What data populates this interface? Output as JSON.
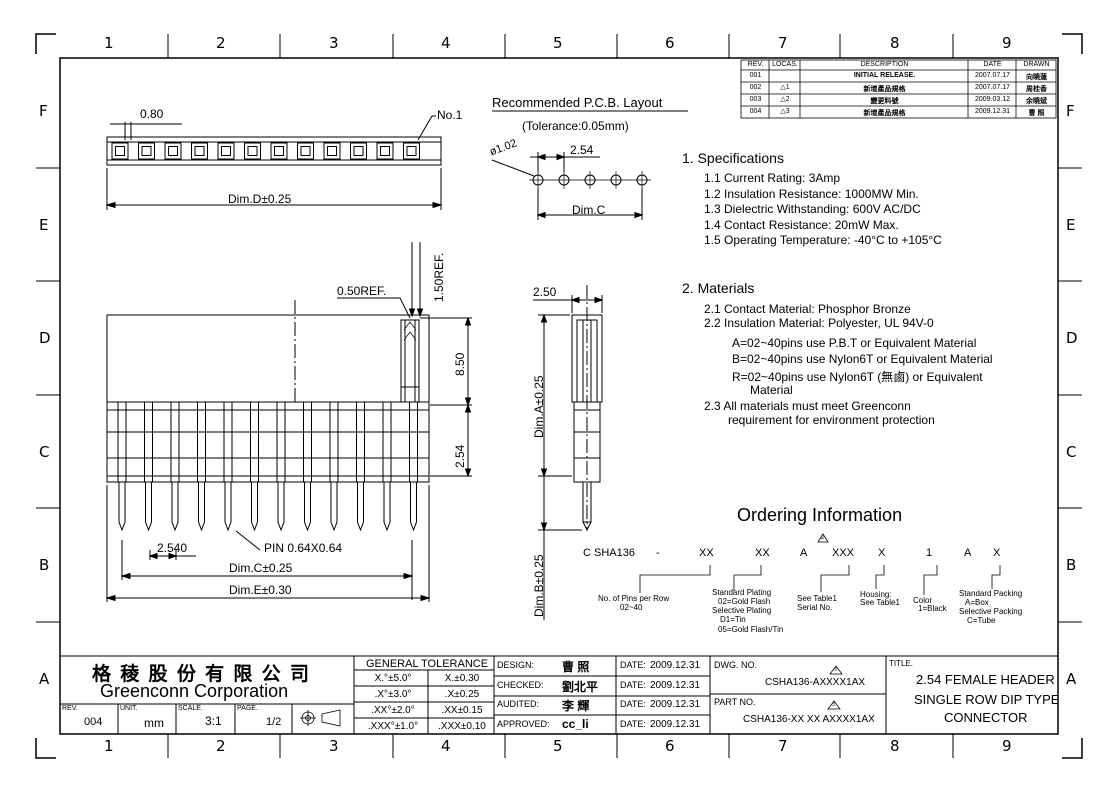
{
  "zones": {
    "columns": [
      "1",
      "2",
      "3",
      "4",
      "5",
      "6",
      "7",
      "8",
      "9"
    ],
    "rows": [
      "F",
      "E",
      "D",
      "C",
      "B",
      "A"
    ]
  },
  "revision_table": {
    "headers": [
      "REV.",
      "LOCAS.",
      "DESCRIPTION",
      "DATE",
      "DRAWN"
    ],
    "rows": [
      [
        "001",
        "",
        "INITIAL RELEASE.",
        "2007.07.17",
        "向曉蓮"
      ],
      [
        "002",
        "1",
        "新增產品規格",
        "2007.07.17",
        "周桂香"
      ],
      [
        "003",
        "2",
        "變更料號",
        "2009.03.12",
        "余曉斌"
      ],
      [
        "004",
        "3",
        "新增產品規格",
        "2009.12.31",
        "曹 照"
      ]
    ]
  },
  "front_view": {
    "dim_080": "0.80",
    "no1": "No.1",
    "dim_d": "Dim.D±0.25"
  },
  "pcb_layout": {
    "title": "Recommended P.C.B. Layout",
    "tolerance": "(Tolerance:0.05mm)",
    "hole_dia": "ø1.02",
    "pitch": "2.54",
    "dim_c": "Dim.C"
  },
  "side_view": {
    "ref_050": "0.50REF.",
    "ref_150": "1.50REF.",
    "h_850": "8.50",
    "h_254": "2.54",
    "pitch_2540": "2.540",
    "pin": "PIN 0.64X0.64",
    "dim_c": "Dim.C±0.25",
    "dim_e": "Dim.E±0.30"
  },
  "end_view": {
    "w_250": "2.50",
    "dim_a": "Dim.A±0.25",
    "dim_b": "Dim.B±0.25"
  },
  "specifications": {
    "heading": "1.  Specifications",
    "items": [
      "1.1  Current Rating:  3Amp",
      "1.2  Insulation Resistance:  1000MW Min.",
      "1.3  Dielectric Withstanding:   600V AC/DC",
      "1.4  Contact Resistance:   20mW Max.",
      "1.5  Operating Temperature:  -40°C  to  +105°C"
    ]
  },
  "materials": {
    "heading": "2.  Materials",
    "items": [
      "2.1  Contact Material: Phosphor Bronze",
      "2.2  Insulation Material: Polyester, UL 94V-0"
    ],
    "options": [
      "A=02~40pins  use  P.B.T  or  Equivalent  Material",
      "B=02~40pins  use  Nylon6T  or  Equivalent  Material",
      "R=02~40pins  use  Nylon6T (無鹵)  or  Equivalent",
      "Material"
    ],
    "item_23": "2.3  All  materials  must  meet  Greenconn",
    "item_23b": "requirement  for  environment  protection"
  },
  "ordering": {
    "title": "Ordering  Information",
    "rev_mark": "2",
    "code": [
      "C SHA136",
      "-",
      "XX",
      "XX",
      "A",
      "XXX",
      "X",
      "1",
      "A",
      "X"
    ],
    "labels": {
      "pins_1": "No. of Pins per Row",
      "pins_2": "02~40",
      "plating_1": "Standard Plating",
      "plating_2": "02=Gold Flash",
      "plating_3": "Selective Plating",
      "plating_4": "D1=Tin",
      "plating_5": "05=Gold Flash/Tin",
      "serial_1": "See Table1",
      "serial_2": "Serial No.",
      "housing_1": "Housing:",
      "housing_2": "See Table1",
      "color_1": "Color",
      "color_2": "1=Black",
      "pack_1": "Standard Packing",
      "pack_2": "A=Box",
      "pack_3": "Selective Packing",
      "pack_4": "C=Tube"
    }
  },
  "title_block": {
    "company_cn": "格 稜 股 份 有 限 公 司",
    "company_en": "Greenconn  Corporation",
    "rev_label": "REV.",
    "rev_value": "004",
    "unit_label": "UNIT.",
    "unit_value": "mm",
    "scale_label": "SCALE.",
    "scale_value": "3:1",
    "page_label": "PAGE.",
    "page_value": "1/2",
    "tolerance_title": "GENERAL  TOLERANCE",
    "tolerance_rows": [
      [
        "X.°±5.0°",
        "X.±0.30"
      ],
      [
        ".X°±3.0°",
        ".X±0.25"
      ],
      [
        ".XX°±2.0°",
        ".XX±0.15"
      ],
      [
        ".XXX°±1.0°",
        ".XXX±0.10"
      ]
    ],
    "roles": [
      {
        "label": "DESIGN:",
        "name": "曹  照",
        "date_label": "DATE:",
        "date": "2009.12.31"
      },
      {
        "label": "CHECKED:",
        "name": "劉北平",
        "date_label": "DATE:",
        "date": "2009.12.31"
      },
      {
        "label": "AUDITED:",
        "name": "李  輝",
        "date_label": "DATE:",
        "date": "2009.12.31"
      },
      {
        "label": "APPROVED:",
        "name": "cc_li",
        "date_label": "DATE:",
        "date": "2009.12.31"
      }
    ],
    "dwg_label": "DWG. NO.",
    "dwg_value": "CSHA136-AXXXX1AX",
    "part_label": "PART NO.",
    "part_value": "CSHA136-XX XX AXXXX1AX",
    "rev_mark": "3",
    "title_label": "TITLE.",
    "title_lines": [
      "2.54 FEMALE HEADER",
      "SINGLE ROW DIP TYPE",
      "CONNECTOR"
    ]
  }
}
